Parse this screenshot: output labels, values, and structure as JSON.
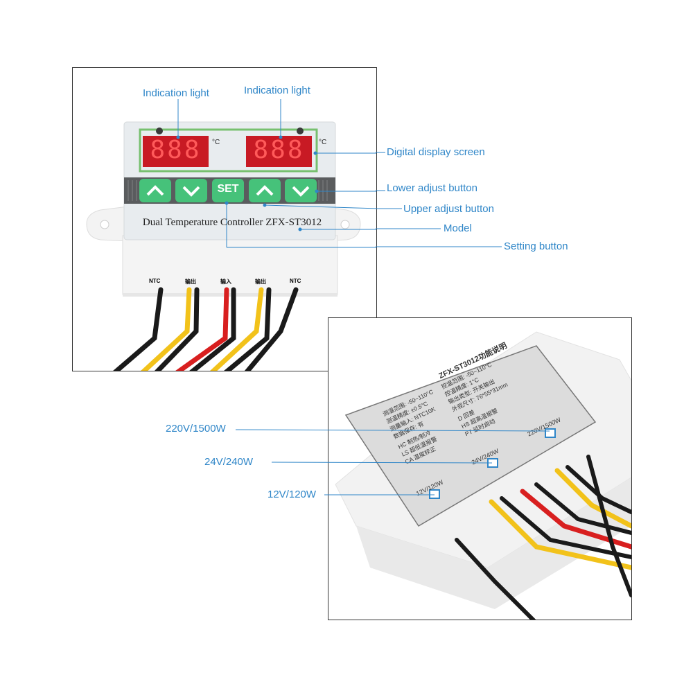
{
  "top_panel": {
    "device_label": "Dual Temperature Controller ZFX-ST3012",
    "display_left": "888",
    "display_right": "888",
    "unit_left": "°C",
    "unit_right": "°C",
    "set_button_label": "SET",
    "terminals": [
      "NTC",
      "输出",
      "输入",
      "输出",
      "NTC"
    ]
  },
  "callouts_top": {
    "indication_light_1": "Indication light",
    "indication_light_2": "Indication light",
    "digital_display": "Digital display screen",
    "lower_adjust": "Lower adjust button",
    "upper_adjust": "Upper adjust button",
    "model": "Model",
    "setting_button": "Setting button"
  },
  "bottom_panel": {
    "label_title": "ZFX-ST3012功能说明",
    "spec_lines_left": [
      "测温范围: -50~110°C",
      "测温精度: ±0.5°C",
      "测量输入: NTC10K",
      "数据保存: 有"
    ],
    "spec_lines_right": [
      "控温范围: -50~110°C",
      "控温精度: 1°C",
      "输出类型: 开关输出",
      "外观尺寸: 76*55*31mm"
    ],
    "func_lines_left": [
      "HC 制热/制冷",
      "LS 超低温报警",
      "CA 温度校正"
    ],
    "func_lines_right": [
      "D 回差",
      "HS 超高温报警",
      "PT 延时启动"
    ],
    "ratings": [
      "220V/1500W",
      "24V/240W",
      "12V/120W"
    ]
  },
  "callouts_bottom": {
    "rating_220": "220V/1500W",
    "rating_24": "24V/240W",
    "rating_12": "12V/120W"
  },
  "colors": {
    "callout": "#2f86c8",
    "display_red": "#e8202a",
    "button_green": "#46c27a"
  }
}
